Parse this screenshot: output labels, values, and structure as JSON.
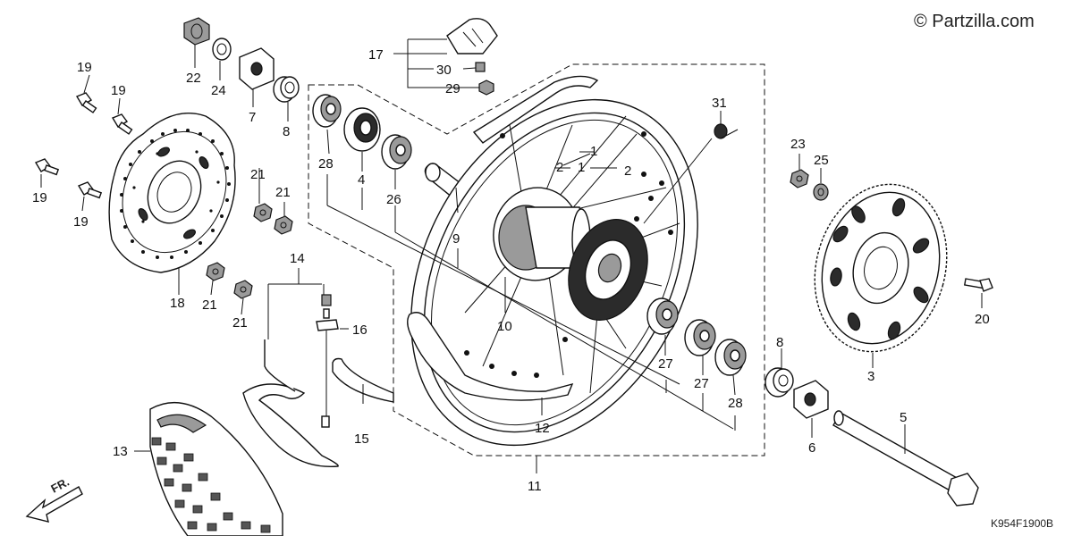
{
  "watermark": "© Partzilla.com",
  "diagram_code": "K954F1900B",
  "direction_label": "FR.",
  "callouts": {
    "c1a": "1",
    "c1b": "1",
    "c2a": "2",
    "c2b": "2",
    "c4": "4",
    "c5": "5",
    "c6": "6",
    "c7": "7",
    "c8a": "8",
    "c8b": "8",
    "c9": "9",
    "c10": "10",
    "c11": "11",
    "c12": "12",
    "c13": "13",
    "c14": "14",
    "c15": "15",
    "c16": "16",
    "c17": "17",
    "c18": "18",
    "c19a": "19",
    "c19b": "19",
    "c19c": "19",
    "c19d": "19",
    "c20": "20",
    "c21a": "21",
    "c21b": "21",
    "c21c": "21",
    "c21d": "21",
    "c22": "22",
    "c23": "23",
    "c24": "24",
    "c25": "25",
    "c26": "26",
    "c27a": "27",
    "c27b": "27",
    "c28a": "28",
    "c28b": "28",
    "c29": "29",
    "c30": "30",
    "c31": "31",
    "c3": "3"
  }
}
